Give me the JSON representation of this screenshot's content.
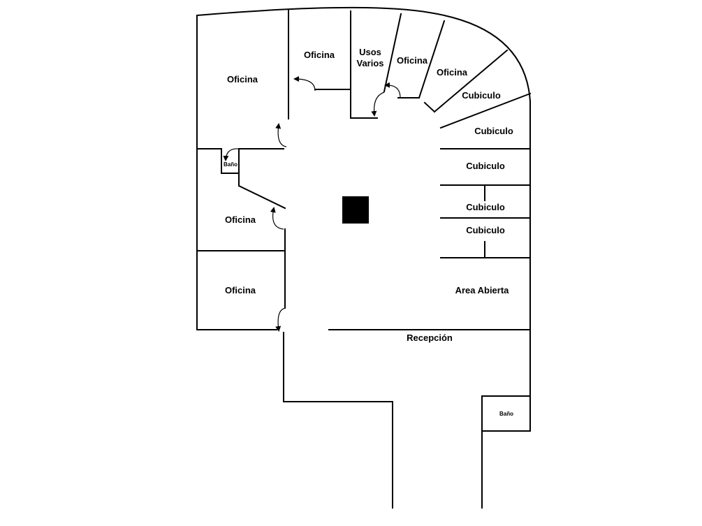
{
  "floor_plan": {
    "rooms": {
      "office_top_left": "Oficina",
      "office_top": "Oficina",
      "usos_varios_line1": "Usos",
      "usos_varios_line2": "Varios",
      "office_arc_1": "Oficina",
      "office_arc_2": "Oficina",
      "cubicle_1": "Cubiculo",
      "cubicle_2": "Cubiculo",
      "cubicle_3": "Cubiculo",
      "cubicle_4": "Cubiculo",
      "cubicle_5": "Cubiculo",
      "bathroom_left": "Baño",
      "office_mid_left": "Oficina",
      "office_bottom_left": "Oficina",
      "open_area": "Area Abierta",
      "reception": "Recepción",
      "bathroom_right": "Baño"
    },
    "colors": {
      "walls": "#000000",
      "background": "#ffffff",
      "column": "#000000"
    }
  }
}
